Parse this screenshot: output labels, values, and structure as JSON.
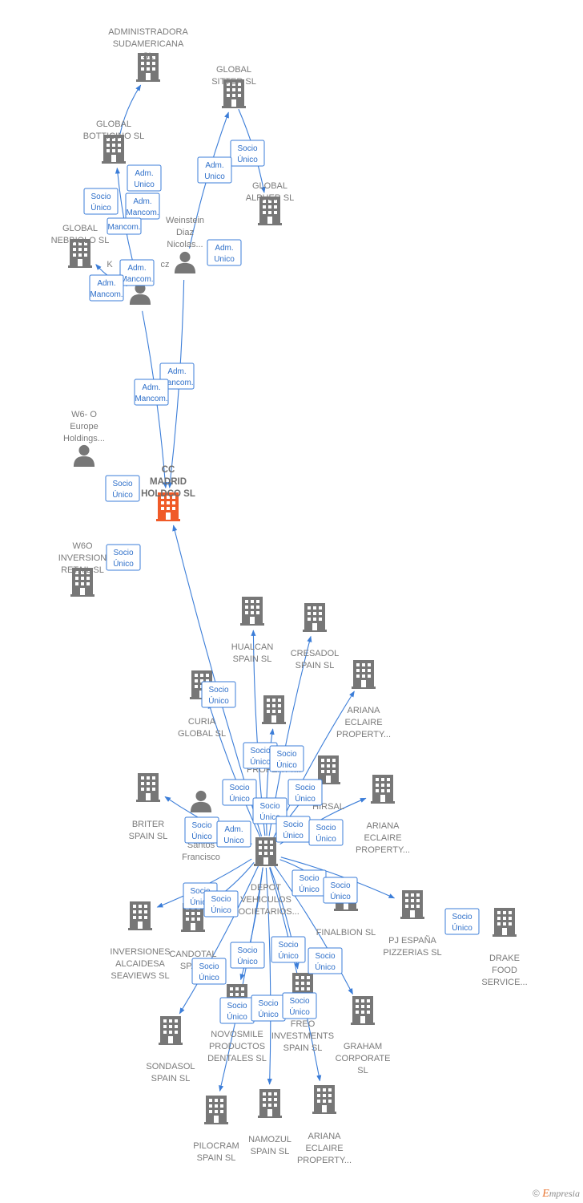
{
  "colors": {
    "building": "#777777",
    "focus_building": "#f05a28",
    "person": "#777777",
    "edge": "#3b7dd8"
  },
  "footer": {
    "copyright": "©",
    "brand_e": "E",
    "brand_rest": "mpresia"
  },
  "nodes": [
    {
      "id": "adm_sud",
      "type": "company",
      "lines": [
        "ADMINISTRADORA",
        "SUDAMERICANA",
        "SL"
      ]
    },
    {
      "id": "global_sitter",
      "type": "company",
      "lines": [
        "GLOBAL",
        "SITTER  SL"
      ]
    },
    {
      "id": "global_botticino",
      "type": "company",
      "lines": [
        "GLOBAL",
        "BOTTICINO  SL"
      ]
    },
    {
      "id": "global_alpher",
      "type": "company",
      "lines": [
        "GLOBAL",
        "ALPHER  SL"
      ]
    },
    {
      "id": "global_nebbiolo",
      "type": "company",
      "lines": [
        "GLOBAL",
        "NEBBIOLO  SL"
      ]
    },
    {
      "id": "weinstein",
      "type": "person",
      "lines": [
        "Weinstein",
        "Diaz",
        "Nicolas..."
      ]
    },
    {
      "id": "k_person",
      "type": "person",
      "lines": [
        "K",
        "cz"
      ]
    },
    {
      "id": "w6_europe",
      "type": "person",
      "lines": [
        "W6- O",
        "Europe",
        "Holdings..."
      ]
    },
    {
      "id": "cc_madrid",
      "type": "focus",
      "lines": [
        "CC",
        "MADRID",
        "HOLDCO  SL"
      ]
    },
    {
      "id": "w6o_inversion",
      "type": "company",
      "lines": [
        "W6O",
        "INVERSION",
        "RETAIL  SL"
      ]
    },
    {
      "id": "hualcan",
      "type": "company",
      "lines": [
        "HUALCAN",
        "SPAIN  SL"
      ]
    },
    {
      "id": "cresadol",
      "type": "company",
      "lines": [
        "CRESADOL",
        "SPAIN  SL"
      ]
    },
    {
      "id": "ariana1",
      "type": "company",
      "lines": [
        "ARIANA",
        "ECLAIRE",
        "PROPERTY..."
      ]
    },
    {
      "id": "curia",
      "type": "company",
      "lines": [
        "CURIA",
        "GLOBAL  SL"
      ]
    },
    {
      "id": "property_mid",
      "type": "company",
      "lines": [
        "PROPERTY..."
      ]
    },
    {
      "id": "hirsal",
      "type": "company",
      "lines": [
        "HIRSAL"
      ]
    },
    {
      "id": "ariana2",
      "type": "company",
      "lines": [
        "ARIANA",
        "ECLAIRE",
        "PROPERTY..."
      ]
    },
    {
      "id": "briter",
      "type": "company",
      "lines": [
        "BRITER",
        "SPAIN  SL"
      ]
    },
    {
      "id": "santos",
      "type": "person",
      "lines": [
        "H",
        "Santos",
        "Francisco"
      ]
    },
    {
      "id": "depot",
      "type": "company",
      "lines": [
        "DEPOT",
        "VEHICULOS",
        "SOCIETARIOS..."
      ]
    },
    {
      "id": "finalbion",
      "type": "company",
      "lines": [
        "FINALBION  SL"
      ]
    },
    {
      "id": "pj_espana",
      "type": "company",
      "lines": [
        "PJ ESPAÑA",
        "PIZZERIAS  SL"
      ]
    },
    {
      "id": "drake",
      "type": "company",
      "lines": [
        "DRAKE",
        "FOOD",
        "SERVICE..."
      ]
    },
    {
      "id": "inversiones",
      "type": "company",
      "lines": [
        "INVERSIONES",
        "ALCAIDESA",
        "SEAVIEWS  SL"
      ]
    },
    {
      "id": "candotal",
      "type": "company",
      "lines": [
        "CANDOTAL",
        "SPAIN"
      ]
    },
    {
      "id": "novosmile",
      "type": "company",
      "lines": [
        "NOVOSMILE",
        "PRODUCTOS",
        "DENTALES  SL"
      ]
    },
    {
      "id": "freo",
      "type": "company",
      "lines": [
        "FREO",
        "INVESTMENTS",
        "SPAIN  SL"
      ]
    },
    {
      "id": "graham",
      "type": "company",
      "lines": [
        "GRAHAM",
        "CORPORATE",
        "SL"
      ]
    },
    {
      "id": "sondasol",
      "type": "company",
      "lines": [
        "SONDASOL",
        "SPAIN  SL"
      ]
    },
    {
      "id": "pilocram",
      "type": "company",
      "lines": [
        "PILOCRAM",
        "SPAIN  SL"
      ]
    },
    {
      "id": "namozul",
      "type": "company",
      "lines": [
        "NAMOZUL",
        "SPAIN  SL"
      ]
    },
    {
      "id": "ariana3",
      "type": "company",
      "lines": [
        "ARIANA",
        "ECLAIRE",
        "PROPERTY..."
      ]
    }
  ],
  "badges": [
    {
      "id": "b1",
      "lines": [
        "Socio",
        "Único"
      ]
    },
    {
      "id": "b2",
      "lines": [
        "Adm.",
        "Unico"
      ]
    },
    {
      "id": "b3",
      "lines": [
        "Adm.",
        "Unico"
      ]
    },
    {
      "id": "b4",
      "lines": [
        "Socio",
        "Único"
      ]
    },
    {
      "id": "b5",
      "lines": [
        "Adm.",
        "Mancom."
      ]
    },
    {
      "id": "b6",
      "lines": [
        "Mancom."
      ]
    },
    {
      "id": "b7",
      "lines": [
        "Adm.",
        "Unico"
      ]
    },
    {
      "id": "b8",
      "lines": [
        "Adm.",
        "Mancom."
      ]
    },
    {
      "id": "b9",
      "lines": [
        "Adm.",
        "Mancom."
      ]
    },
    {
      "id": "b10",
      "lines": [
        "Adm.",
        "Mancom."
      ]
    },
    {
      "id": "b11",
      "lines": [
        "Adm.",
        "Mancom."
      ]
    },
    {
      "id": "b12",
      "lines": [
        "Socio",
        "Único"
      ]
    },
    {
      "id": "b13",
      "lines": [
        "Socio",
        "Único"
      ]
    },
    {
      "id": "b14",
      "lines": [
        "Socio",
        "Único"
      ]
    },
    {
      "id": "b15",
      "lines": [
        "Socio",
        "Único"
      ]
    },
    {
      "id": "b16",
      "lines": [
        "Socio",
        "Único"
      ]
    },
    {
      "id": "b17",
      "lines": [
        "Socio",
        "Único"
      ]
    },
    {
      "id": "b18",
      "lines": [
        "Socio",
        "Único"
      ]
    },
    {
      "id": "b19",
      "lines": [
        "Socio",
        "Único"
      ]
    },
    {
      "id": "b20",
      "lines": [
        "Socio",
        "Único"
      ]
    },
    {
      "id": "b21",
      "lines": [
        "Socio",
        "Único"
      ]
    },
    {
      "id": "b22",
      "lines": [
        "Adm.",
        "Unico"
      ]
    },
    {
      "id": "b23",
      "lines": [
        "Socio",
        "Único"
      ]
    },
    {
      "id": "b24",
      "lines": [
        "Socio",
        "Único"
      ]
    },
    {
      "id": "b25",
      "lines": [
        "Socio",
        "Único"
      ]
    },
    {
      "id": "b26",
      "lines": [
        "Socio",
        "Único"
      ]
    },
    {
      "id": "b27",
      "lines": [
        "Socio",
        "Único"
      ]
    },
    {
      "id": "b28",
      "lines": [
        "Socio",
        "Único"
      ]
    },
    {
      "id": "b29",
      "lines": [
        "Socio",
        "Único"
      ]
    },
    {
      "id": "b30",
      "lines": [
        "Socio",
        "Único"
      ]
    },
    {
      "id": "b31",
      "lines": [
        "Socio",
        "Único"
      ]
    },
    {
      "id": "b32",
      "lines": [
        "Socio",
        "Único"
      ]
    },
    {
      "id": "b33",
      "lines": [
        "Socio",
        "Único"
      ]
    },
    {
      "id": "b34",
      "lines": [
        "Socio",
        "Único"
      ]
    },
    {
      "id": "b35",
      "lines": [
        "Socio",
        "Único"
      ]
    },
    {
      "id": "b36",
      "lines": [
        "Socio",
        "Único"
      ]
    }
  ],
  "edges": [
    [
      "global_botticino",
      "adm_sud"
    ],
    [
      "weinstein",
      "global_sitter"
    ],
    [
      "global_sitter",
      "global_alpher"
    ],
    [
      "k_person",
      "global_botticino"
    ],
    [
      "k_person",
      "global_nebbiolo"
    ],
    [
      "weinstein",
      "cc_madrid"
    ],
    [
      "k_person",
      "cc_madrid"
    ],
    [
      "depot",
      "cc_madrid"
    ],
    [
      "depot",
      "hualcan"
    ],
    [
      "depot",
      "cresadol"
    ],
    [
      "depot",
      "ariana1"
    ],
    [
      "depot",
      "curia"
    ],
    [
      "depot",
      "property_mid"
    ],
    [
      "depot",
      "hirsal"
    ],
    [
      "depot",
      "ariana2"
    ],
    [
      "depot",
      "briter"
    ],
    [
      "depot",
      "finalbion"
    ],
    [
      "depot",
      "pj_espana"
    ],
    [
      "depot",
      "inversiones"
    ],
    [
      "depot",
      "candotal"
    ],
    [
      "depot",
      "novosmile"
    ],
    [
      "depot",
      "freo"
    ],
    [
      "depot",
      "graham"
    ],
    [
      "depot",
      "sondasol"
    ],
    [
      "depot",
      "pilocram"
    ],
    [
      "depot",
      "namozul"
    ],
    [
      "depot",
      "ariana3"
    ]
  ]
}
